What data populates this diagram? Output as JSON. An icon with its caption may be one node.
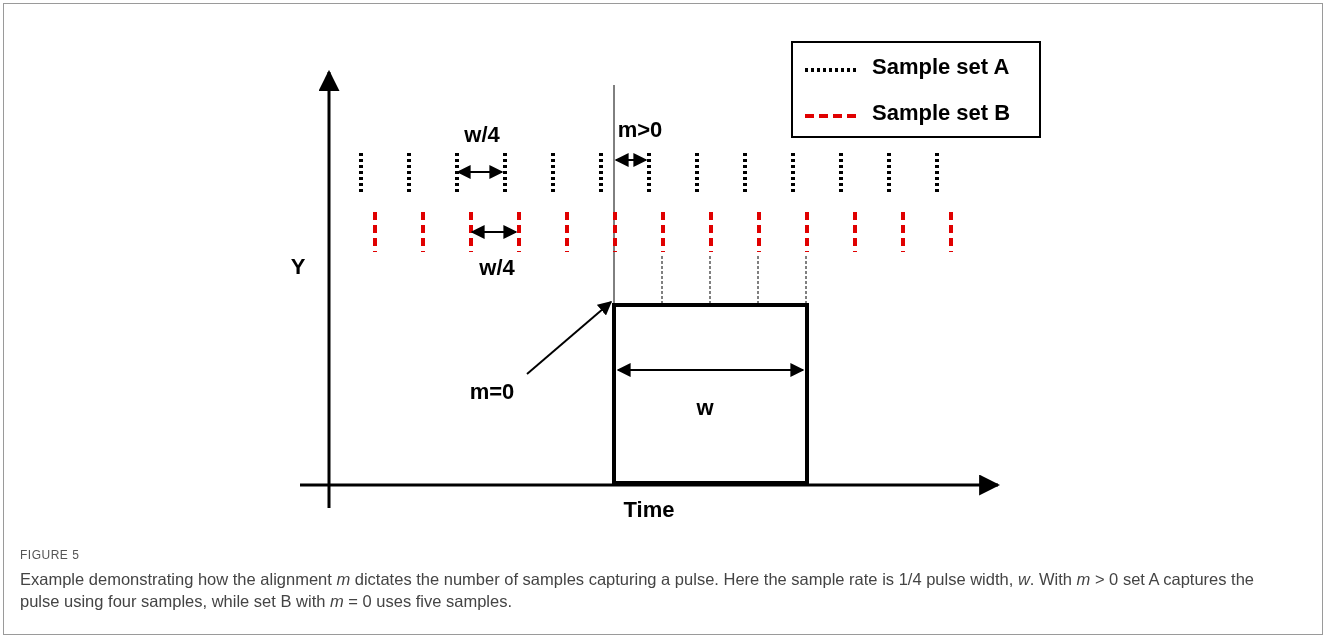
{
  "diagram": {
    "caption": "Example demonstrating how the alignment *m* dictates the number of samples capturing a pulse. Here the sample rate is 1/4 pulse width, *w*. With *m* > 0 set A captures the pulse using four samples, while set B with *m* = 0 uses five samples.",
    "nodes": [
      {
        "text": [
          "m=0"
        ]
      },
      {
        "text": [],
        "shape": "box"
      }
    ],
    "edges": [
      {
        "from": 0,
        "to": 1,
        "arrow": "to"
      }
    ],
    "labels": [
      "w/4",
      "m>0",
      "Y",
      "w/4",
      "w",
      "Time",
      "FIGURE 5"
    ],
    "legend": [
      {
        "text": "Sample set A"
      },
      {
        "text": "Sample set B"
      }
    ]
  }
}
